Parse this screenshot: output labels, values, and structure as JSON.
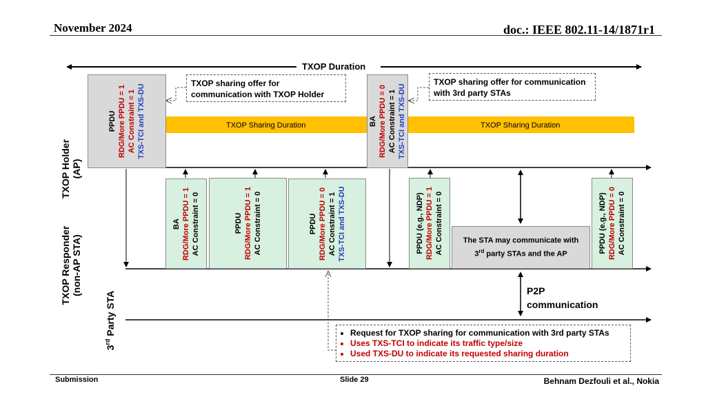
{
  "header": {
    "date": "November 2024",
    "doc": "doc.: IEEE 802.11-14/1871r1"
  },
  "footer": {
    "submission": "Submission",
    "slide": "Slide 29",
    "author": "Behnam Dezfouli et al., Nokia"
  },
  "diagram": {
    "txop_duration": "TXOP Duration",
    "rows": {
      "holder": [
        "TXOP Holder",
        "(AP)"
      ],
      "responder": [
        "TXOP Responder",
        "(non-AP STA)"
      ],
      "third_party_pre": "3",
      "third_party_sup": "rd",
      "third_party_post": " Party STA"
    },
    "sharing_band_label": "TXOP Sharing Duration",
    "offer_holder": [
      "TXOP sharing offer for",
      "communication with TXOP Holder"
    ],
    "offer_third": [
      "TXOP sharing offer for communication",
      "with 3rd party STAs"
    ],
    "ap_ppdu": [
      "PPDU",
      "RDG/More PPDU = 1",
      "AC Constraint = 1",
      "TXS-TCI and TXS-DU"
    ],
    "ap_ba": [
      "BA",
      "RDG/More PPDU = 0",
      "AC Constraint = 1",
      "TXS-TCI and TXS-DU"
    ],
    "sta_ba": [
      "BA",
      "RDG/More PPDU = 1",
      "AC Constraint = 0"
    ],
    "sta_ppdu1": [
      "PPDU",
      "RDG/More PPDU = 1",
      "AC Constraint = 0"
    ],
    "sta_ppdu2": [
      "PPDU",
      "RDG/More PPDU = 0",
      "AC Constraint = 1",
      "TXS-TCI and TXS-DU"
    ],
    "sta_ndp1": [
      "PPDU (e.g., NDP)",
      "RDG/More PPDU = 1",
      "AC Constraint = 0"
    ],
    "sta_ndp2": [
      "PPDU (e.g., NDP)",
      "RDG/More PPDU = 0",
      "AC Constraint = 0"
    ],
    "sta_note_line1": "The STA may communicate with",
    "sta_note_pre": "3",
    "sta_note_sup": "rd",
    "sta_note_post": " party STAs and the AP",
    "p2p": [
      "P2P",
      "communication"
    ],
    "request": [
      "Request for TXOP sharing for communication with  3rd party STAs",
      "Uses TXS-TCI to indicate its traffic type/size",
      "Used TXS-DU to indicate its requested sharing duration"
    ],
    "colors": {
      "band": "#ffc000",
      "frame_ap": "#d9d9d9",
      "frame_sta": "#d7f0df",
      "red": "#c00000",
      "blue": "#1f3fbf"
    }
  }
}
